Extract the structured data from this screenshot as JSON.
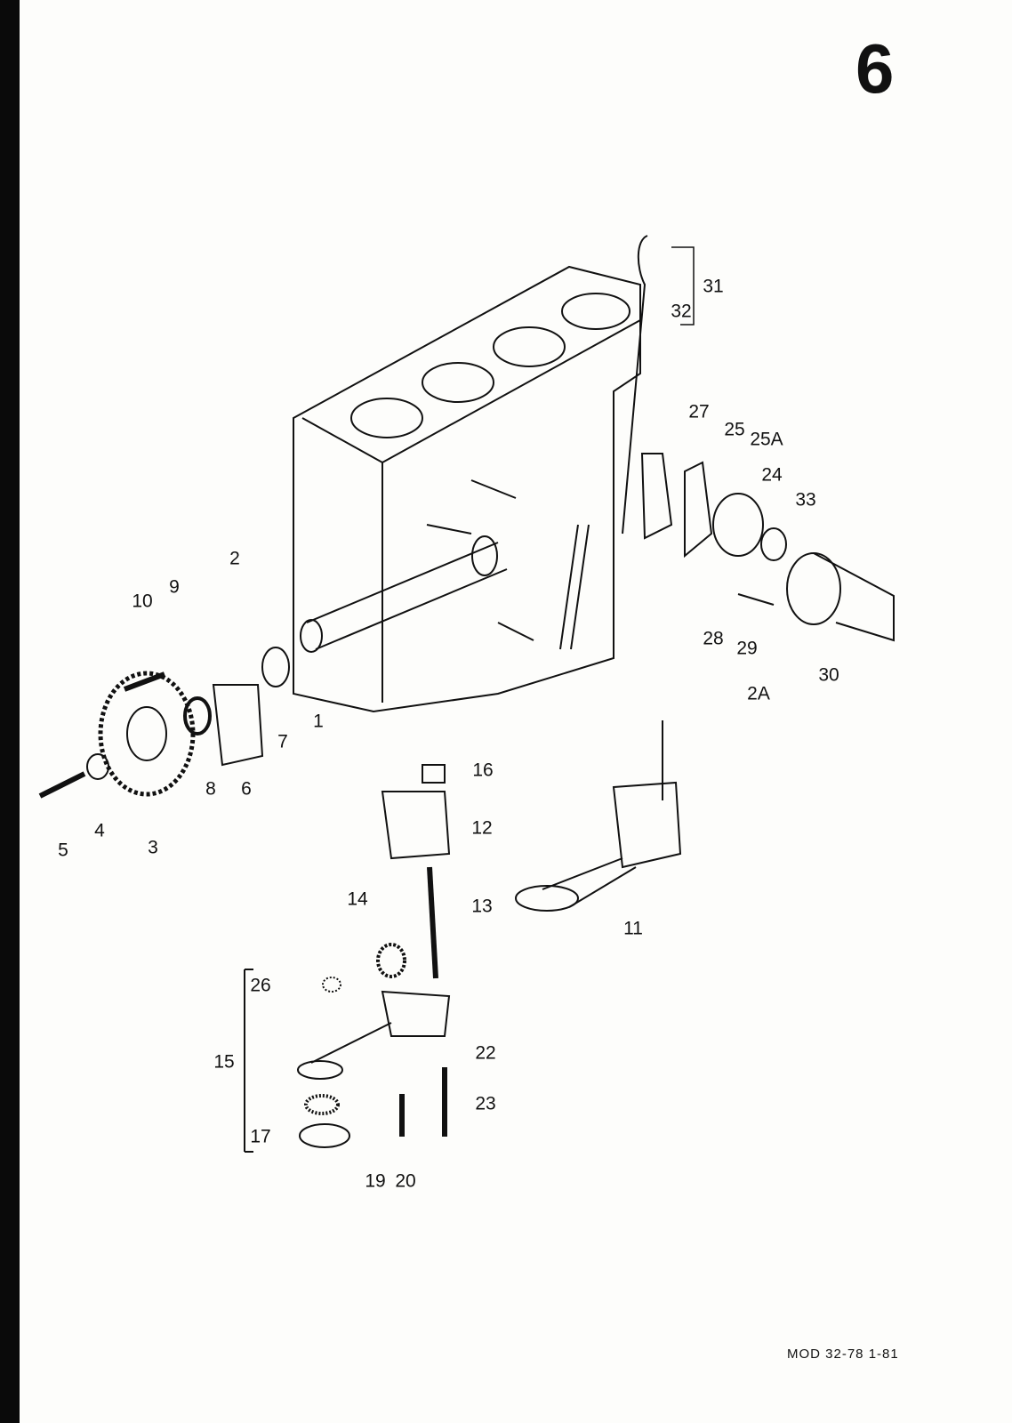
{
  "page_number": "6",
  "footer": "MOD 32-78  1-81",
  "callouts": [
    "31",
    "32",
    "27",
    "25",
    "25A",
    "24",
    "33",
    "2",
    "10",
    "9",
    "28",
    "29",
    "30",
    "2A",
    "1",
    "7",
    "8",
    "6",
    "16",
    "12",
    "5",
    "4",
    "3",
    "14",
    "13",
    "11",
    "26",
    "15",
    "22",
    "23",
    "17",
    "19",
    "20"
  ]
}
